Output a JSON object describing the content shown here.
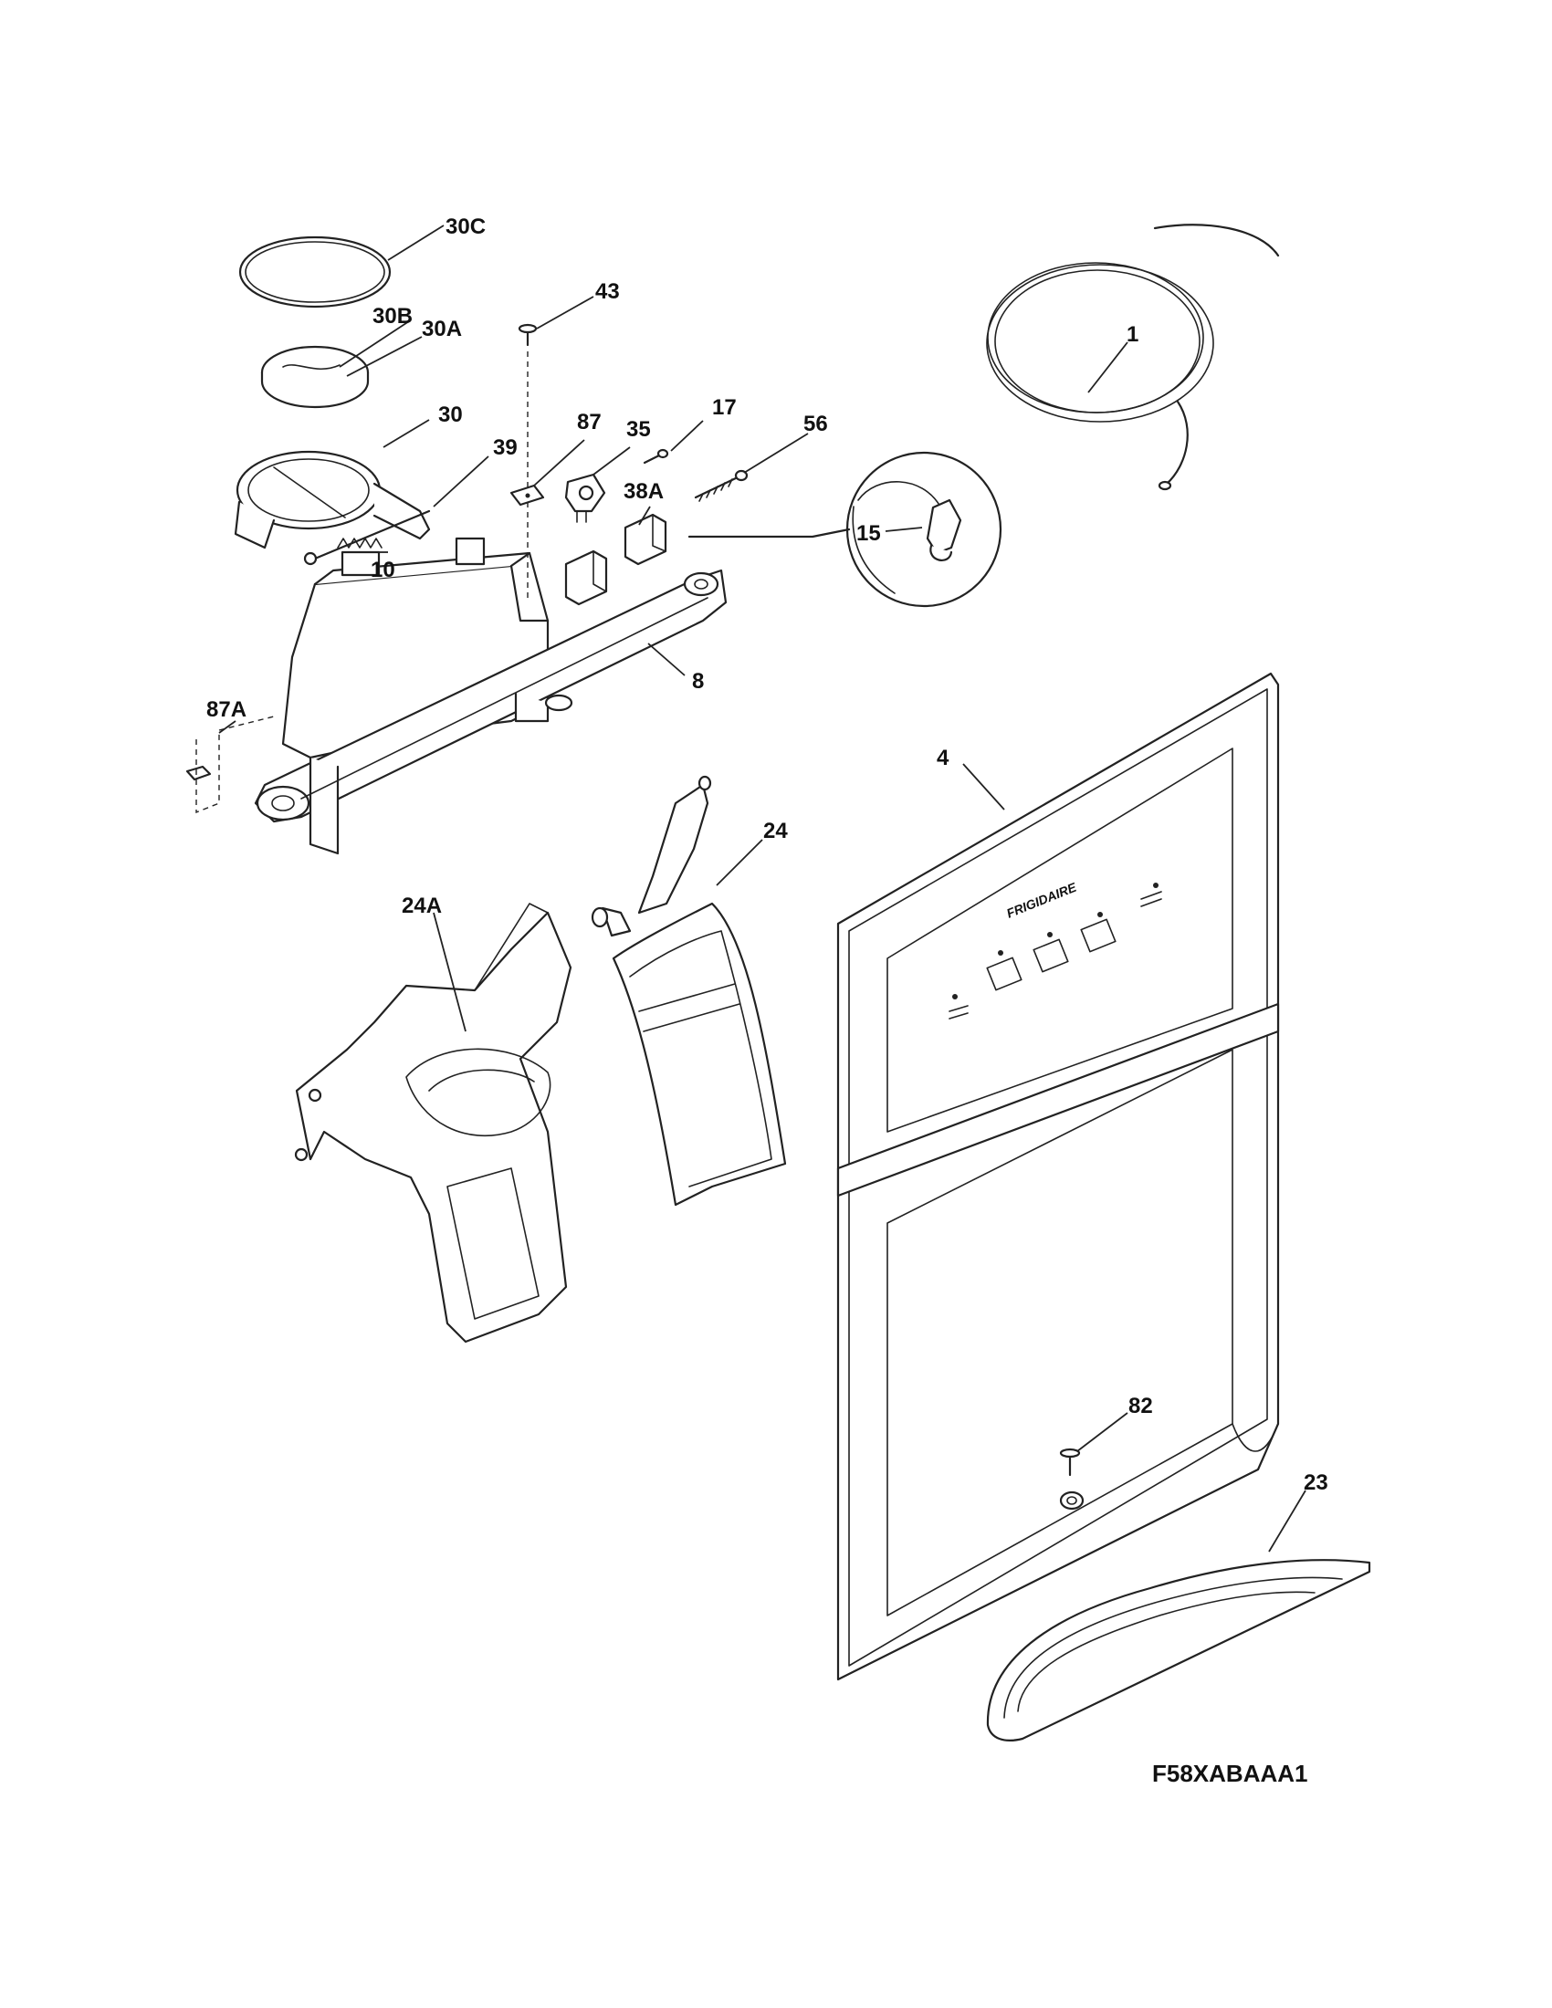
{
  "diagram_code": "F58XABAAA1",
  "brand_logo_text": "FRIGIDAIRE",
  "callouts": {
    "c30C": "30C",
    "c43": "43",
    "c30B": "30B",
    "c30A": "30A",
    "c1": "1",
    "c30": "30",
    "c87": "87",
    "c35": "35",
    "c17": "17",
    "c56": "56",
    "c39": "39",
    "c38A": "38A",
    "c15": "15",
    "c10": "10",
    "c8": "8",
    "c87A": "87A",
    "c4": "4",
    "c24": "24",
    "c24A": "24A",
    "c82": "82",
    "c23": "23"
  }
}
